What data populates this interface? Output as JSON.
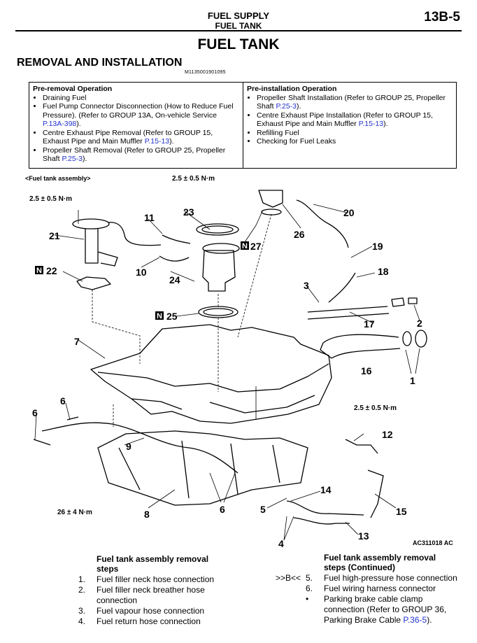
{
  "header": {
    "section": "FUEL SUPPLY",
    "subsection": "FUEL TANK",
    "page": "13B-5"
  },
  "title": "FUEL TANK",
  "section_title": "REMOVAL AND INSTALLATION",
  "doc_code": "M1135001901095",
  "pre_removal": {
    "heading": "Pre-removal Operation",
    "items": [
      {
        "text": "Draining Fuel",
        "link": ""
      },
      {
        "text": "Fuel Pump Connector Disconnection (How to Reduce Fuel Pressure). (Refer to GROUP 13A, On-vehicle Service ",
        "link": "P.13A-398",
        "after": ")."
      },
      {
        "text": "Centre Exhaust Pipe Removal (Refer to GROUP 15, Exhaust Pipe and Main Muffler ",
        "link": "P.15-13",
        "after": ")."
      },
      {
        "text": "Propeller Shaft Removal (Refer to GROUP 25, Propeller Shaft ",
        "link": "P.25-3",
        "after": ")."
      }
    ]
  },
  "pre_installation": {
    "heading": "Pre-installation Operation",
    "items": [
      {
        "text": "Propeller Shaft Installation (Refer to GROUP 25, Propeller Shaft ",
        "link": "P.25-3",
        "after": ")."
      },
      {
        "text": "Centre Exhaust Pipe Installation (Refer to GROUP 15, Exhaust Pipe and Main Muffler ",
        "link": "P.15-13",
        "after": ")."
      },
      {
        "text": "Refilling Fuel",
        "link": ""
      },
      {
        "text": "Checking for Fuel Leaks",
        "link": ""
      }
    ]
  },
  "diagram": {
    "assembly_caption": "<Fuel tank assembly>",
    "figure_code": "AC311018 AC",
    "torques": {
      "t1": "2.5 ± 0.5 N·m",
      "t2": "2.5 ± 0.5 N·m",
      "t3": "2.5 ± 0.5 N·m",
      "t4": "26 ± 4 N·m"
    },
    "new_mark": "N",
    "callouts": [
      "1",
      "2",
      "3",
      "4",
      "5",
      "6",
      "6",
      "6",
      "7",
      "8",
      "9",
      "10",
      "11",
      "12",
      "13",
      "14",
      "15",
      "16",
      "17",
      "18",
      "19",
      "20",
      "21",
      "22",
      "23",
      "24",
      "25",
      "26",
      "27"
    ]
  },
  "removal_steps": {
    "heading": "Fuel tank assembly removal steps",
    "items": [
      {
        "num": "1.",
        "text": "Fuel filler neck hose connection"
      },
      {
        "num": "2.",
        "text": "Fuel filler neck breather hose connection"
      },
      {
        "num": "3.",
        "text": "Fuel vapour hose connection"
      },
      {
        "num": "4.",
        "text": "Fuel return hose connection"
      }
    ]
  },
  "removal_steps_cont": {
    "heading": "Fuel tank assembly removal steps (Continued)",
    "marker": ">>B<<",
    "items": [
      {
        "num": "5.",
        "text": "Fuel high-pressure hose connection"
      },
      {
        "num": "6.",
        "text": "Fuel wiring harness connector"
      },
      {
        "num": "•",
        "text": "Parking brake cable clamp connection (Refer to GROUP 36, Parking Brake Cable ",
        "link": "P.36-5",
        "after": ")."
      }
    ]
  }
}
